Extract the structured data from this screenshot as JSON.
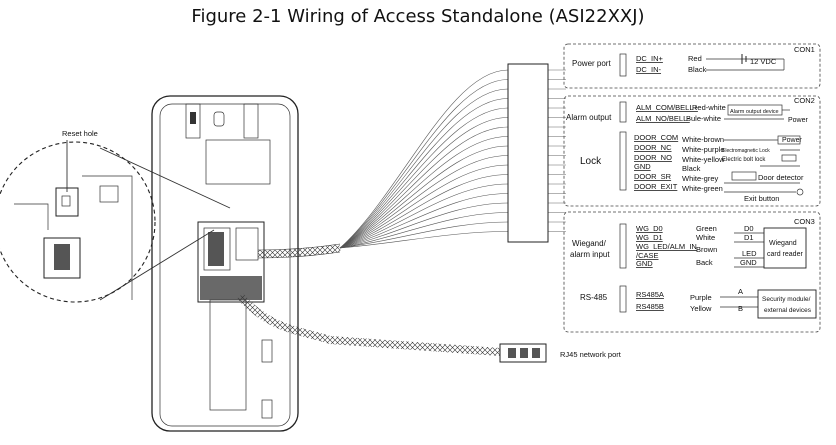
{
  "title": "Figure 2-1 Wiring of Access Standalone (ASI22XXJ)",
  "callouts": {
    "reset_hole": "Reset hole",
    "rj45": "RJ45 network port"
  },
  "sections": {
    "power": {
      "con": "CON1",
      "label": "Power port",
      "voltage": "12 VDC",
      "pins": [
        {
          "name": "DC_IN+",
          "color": "Red"
        },
        {
          "name": "DC_IN-",
          "color": "Black"
        }
      ]
    },
    "alarm": {
      "con": "CON2",
      "label": "Alarm output",
      "pins": [
        {
          "name": "ALM_COM/BELL+",
          "color": "Red-white"
        },
        {
          "name": "ALM_NO/BELL-",
          "color": "Bule-white"
        }
      ],
      "device": "Alarm output device",
      "power": "Power"
    },
    "lock": {
      "label": "Lock",
      "pins": [
        {
          "name": "DOOR_COM",
          "color": "White-brown"
        },
        {
          "name": "DOOR_NC",
          "color": "White-purple"
        },
        {
          "name": "DOOR_NO",
          "color": "White-yellow"
        },
        {
          "name": "GND",
          "color": "Black"
        },
        {
          "name": "DOOR_SR",
          "color": "White-grey"
        },
        {
          "name": "DOOR_EXIT",
          "color": "White-green"
        }
      ],
      "power": "Power",
      "em_lock": "Electromagnetic Lock",
      "bolt_lock": "Electric bolt lock",
      "door_detector": "Door detector",
      "exit_button": "Exit button"
    },
    "wiegand": {
      "con": "CON3",
      "label_1": "Wiegand/",
      "label_2": "alarm input",
      "pins": [
        {
          "name": "WG_D0",
          "color": "Green",
          "term": "D0"
        },
        {
          "name": "WG_D1",
          "color": "White",
          "term": "D1"
        },
        {
          "name": "WG_LED/ALM_IN",
          "color": "",
          "term": ""
        },
        {
          "name": "/CASE",
          "color": "Brown",
          "term": "LED"
        },
        {
          "name": "GND",
          "color": "Back",
          "term": "GND"
        }
      ],
      "reader_1": "Wiegand",
      "reader_2": "card reader"
    },
    "rs485": {
      "label": "RS-485",
      "pins": [
        {
          "name": "RS485A",
          "color": "Purple",
          "term": "A"
        },
        {
          "name": "RS485B",
          "color": "Yellow",
          "term": "B"
        }
      ],
      "module_1": "Security module/",
      "module_2": "external devices"
    }
  }
}
